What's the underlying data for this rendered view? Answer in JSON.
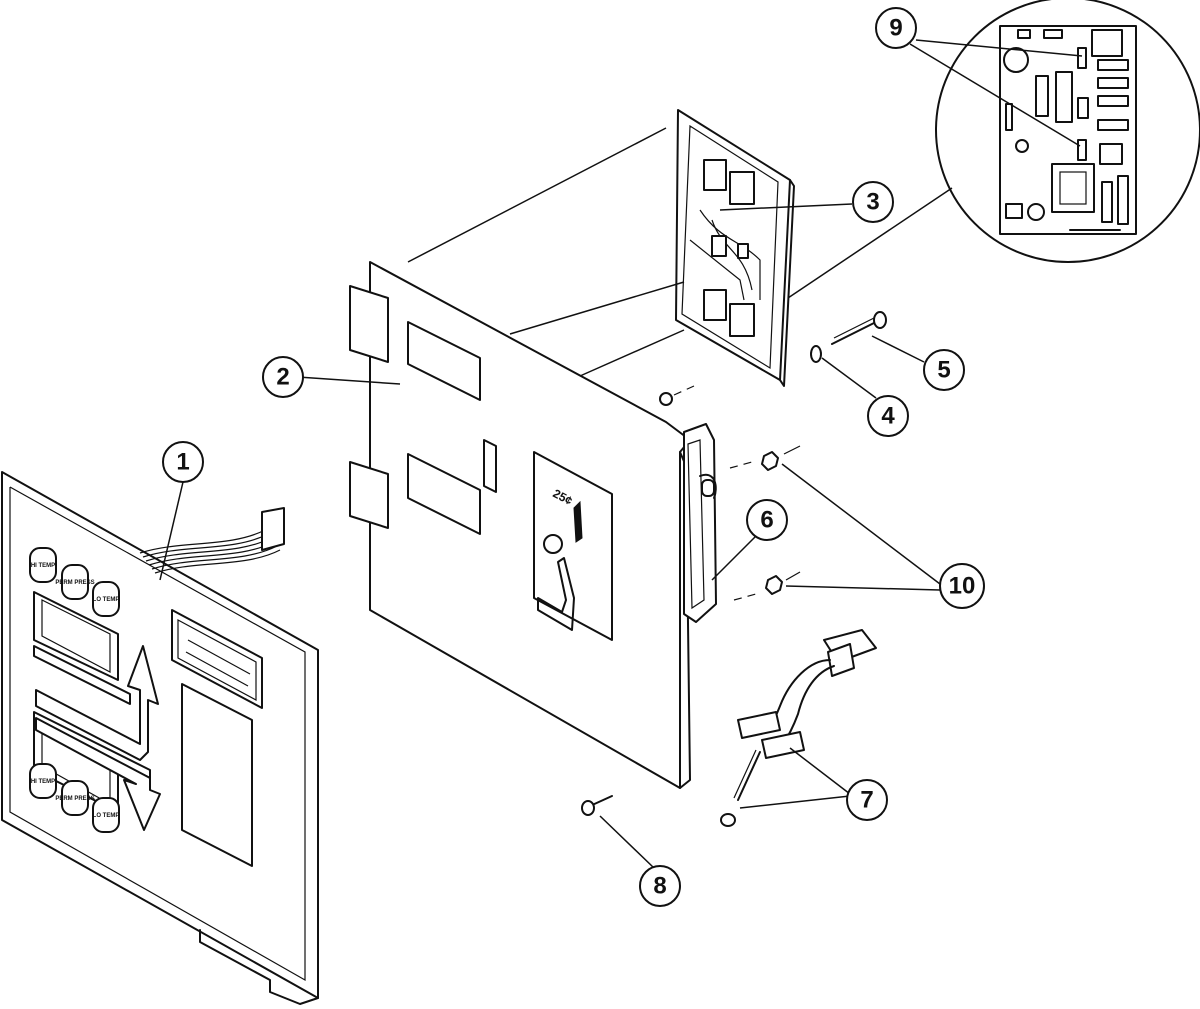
{
  "callouts": [
    {
      "id": "1",
      "label": "1"
    },
    {
      "id": "2",
      "label": "2"
    },
    {
      "id": "3",
      "label": "3"
    },
    {
      "id": "4",
      "label": "4"
    },
    {
      "id": "5",
      "label": "5"
    },
    {
      "id": "6",
      "label": "6"
    },
    {
      "id": "7",
      "label": "7"
    },
    {
      "id": "8",
      "label": "8"
    },
    {
      "id": "9",
      "label": "9"
    },
    {
      "id": "10",
      "label": "10"
    }
  ],
  "coin_slot": {
    "value": "25¢"
  },
  "keypad": {
    "top_buttons": [
      "HI TEMP",
      "PERM PRESS",
      "LO TEMP"
    ],
    "bottom_buttons": [
      "HI TEMP",
      "PERM PRESS",
      "LO TEMP"
    ]
  }
}
